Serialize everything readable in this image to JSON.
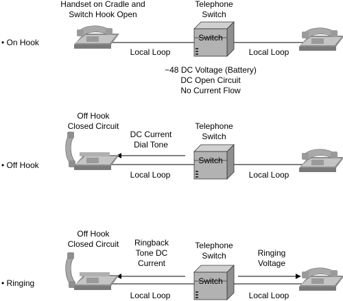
{
  "colors": {
    "phone_body": "#b9b9b9",
    "phone_dark": "#8c8c8c",
    "switch_fill": "#b2b2b2",
    "line": "#000000"
  },
  "sections": [
    {
      "id": "on-hook",
      "state_label": "• On Hook",
      "left_caption": [
        "Handset on Cradle and",
        "Switch Hook Open"
      ],
      "switch_title": [
        "Telephone",
        "Switch"
      ],
      "switch_label": "Switch",
      "left_loop": "Local Loop",
      "right_loop": "Local Loop",
      "notes": [
        "−48 DC Voltage (Battery)",
        "DC Open Circuit",
        "No Current Flow"
      ]
    },
    {
      "id": "off-hook",
      "state_label": "• Off Hook",
      "left_caption": [
        "Off Hook",
        "Closed Circuit"
      ],
      "left_signal": [
        "DC Current",
        "Dial Tone"
      ],
      "switch_title": [
        "Telephone",
        "Switch"
      ],
      "switch_label": "Switch",
      "left_loop": "Local Loop",
      "right_loop": "Local Loop"
    },
    {
      "id": "ringing",
      "state_label": "• Ringing",
      "left_caption": [
        "Off Hook",
        "Closed Circuit"
      ],
      "left_signal": [
        "Ringback",
        "Tone DC",
        "Current"
      ],
      "switch_title": [
        "Telephone",
        "Switch"
      ],
      "switch_label": "Switch",
      "right_signal": [
        "Ringing",
        "Voltage"
      ],
      "left_loop": "Local Loop",
      "right_loop": "Local Loop"
    }
  ]
}
